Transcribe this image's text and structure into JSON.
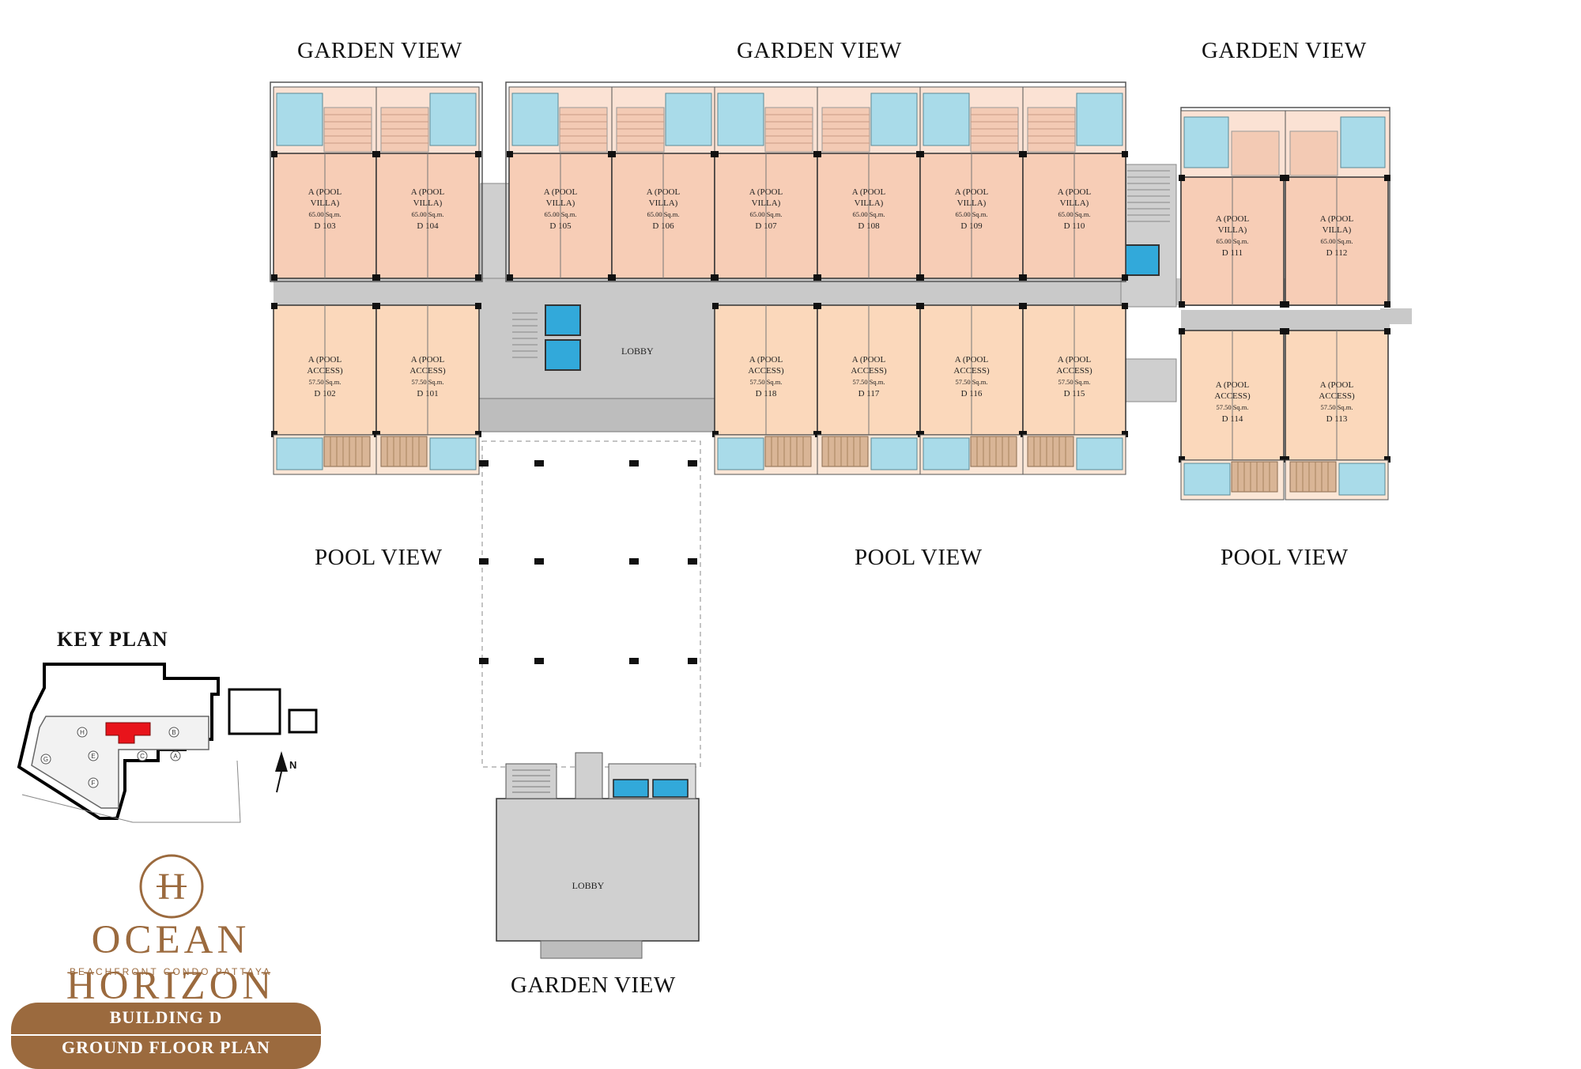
{
  "views": {
    "top_left": "GARDEN VIEW",
    "top_center": "GARDEN VIEW",
    "top_right": "GARDEN VIEW",
    "bottom_left": "POOL VIEW",
    "bottom_center": "POOL VIEW",
    "bottom_right": "POOL VIEW",
    "entrance": "GARDEN VIEW"
  },
  "lobby_labels": [
    "LOBBY",
    "LOBBY"
  ],
  "key_plan": {
    "title": "KEY PLAN",
    "building_letters": [
      "H",
      "B",
      "E",
      "C",
      "A",
      "F",
      "G"
    ],
    "north_label": "N"
  },
  "brand": {
    "name": "OCEAN HORIZON",
    "tagline": "BEACHFRONT CONDO PATTAYA",
    "monogram": "H"
  },
  "badge": {
    "line1": "BUILDING D",
    "line2": "GROUND FLOOR PLAN"
  },
  "units": [
    {
      "type": "A (POOL VILLA)",
      "area": "65.00 Sq.m.",
      "code": "D 103"
    },
    {
      "type": "A (POOL VILLA)",
      "area": "65.00 Sq.m.",
      "code": "D 104"
    },
    {
      "type": "A (POOL VILLA)",
      "area": "65.00 Sq.m.",
      "code": "D 105"
    },
    {
      "type": "A (POOL VILLA)",
      "area": "65.00 Sq.m.",
      "code": "D 106"
    },
    {
      "type": "A (POOL VILLA)",
      "area": "65.00 Sq.m.",
      "code": "D 107"
    },
    {
      "type": "A (POOL VILLA)",
      "area": "65.00 Sq.m.",
      "code": "D 108"
    },
    {
      "type": "A (POOL VILLA)",
      "area": "65.00 Sq.m.",
      "code": "D 109"
    },
    {
      "type": "A (POOL VILLA)",
      "area": "65.00 Sq.m.",
      "code": "D 110"
    },
    {
      "type": "A (POOL VILLA)",
      "area": "65.00 Sq.m.",
      "code": "D 111"
    },
    {
      "type": "A (POOL VILLA)",
      "area": "65.00 Sq.m.",
      "code": "D 112"
    },
    {
      "type": "A (POOL ACCESS)",
      "area": "57.50 Sq.m.",
      "code": "D 102"
    },
    {
      "type": "A (POOL ACCESS)",
      "area": "57.50 Sq.m.",
      "code": "D 101"
    },
    {
      "type": "A (POOL ACCESS)",
      "area": "57.50 Sq.m.",
      "code": "D 118"
    },
    {
      "type": "A (POOL ACCESS)",
      "area": "57.50 Sq.m.",
      "code": "D 117"
    },
    {
      "type": "A (POOL ACCESS)",
      "area": "57.50 Sq.m.",
      "code": "D 116"
    },
    {
      "type": "A (POOL ACCESS)",
      "area": "57.50 Sq.m.",
      "code": "D 115"
    },
    {
      "type": "A (POOL ACCESS)",
      "area": "57.50 Sq.m.",
      "code": "D 114"
    },
    {
      "type": "A (POOL ACCESS)",
      "area": "57.50 Sq.m.",
      "code": "D 113"
    }
  ],
  "colors": {
    "villa_unit": "#f7cdb6",
    "access_unit": "#fbd8bb",
    "corridor": "#c9c9c9",
    "pool": "#a9dbe9",
    "lift": "#32a9da",
    "deck": "#d9b596",
    "highlight": "#e8141b",
    "brand": "#9b6a3e"
  }
}
